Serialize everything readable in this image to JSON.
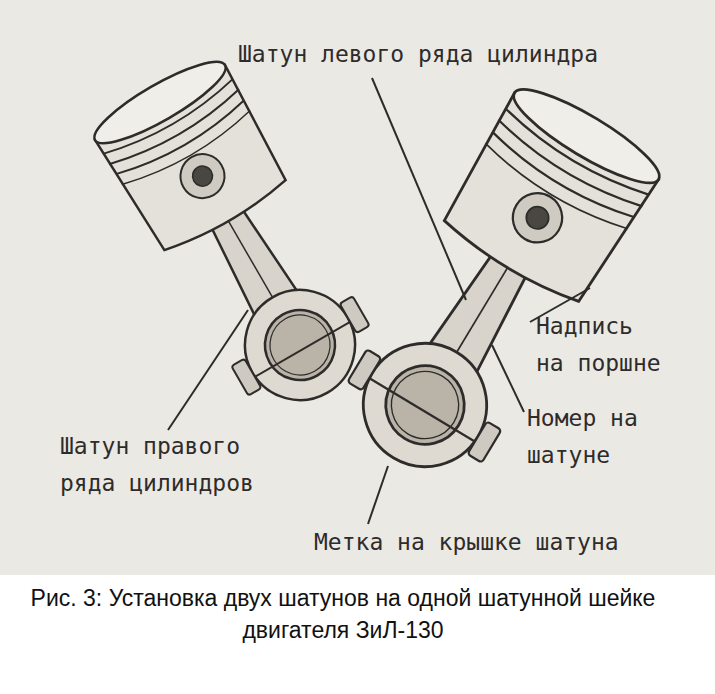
{
  "diagram": {
    "caption": "Рис. 3: Установка двух шатунов на одной шатунной шейке двигателя ЗиЛ-130",
    "labels": [
      "Шатун левого ряда цилиндра",
      "Надпись на поршне",
      "Номер на шатуне",
      "Шатун правого ряда цилиндров",
      "Метка на крышке шатуна"
    ]
  }
}
